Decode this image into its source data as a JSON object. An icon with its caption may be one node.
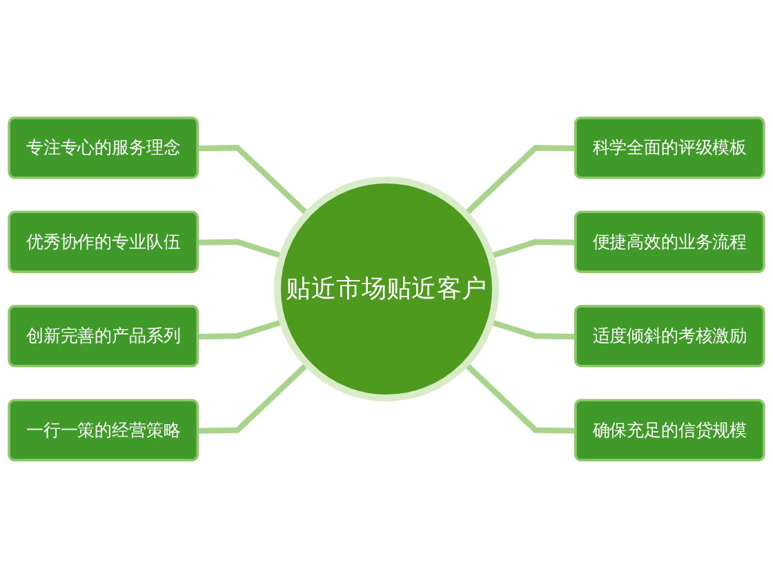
{
  "diagram": {
    "nodes": [
      {
        "text": [
          "贴近市场贴近客户"
        ]
      },
      {
        "text": [
          "优秀协作的专业队伍"
        ]
      },
      {
        "text": [
          "科学全面的评级模板"
        ]
      },
      {
        "text": [
          "便捷高效的业务流程"
        ]
      },
      {
        "text": [
          "适度倾斜的考核激励"
        ]
      },
      {
        "text": [
          "确保充足的信贷规模"
        ]
      },
      {
        "text": [
          "一行一策的经营策略"
        ]
      },
      {
        "text": [
          "创新完善的产品系列"
        ]
      },
      {
        "text": [
          "专注专心的服务理念"
        ]
      }
    ],
    "edges": [
      {
        "from": 8,
        "to": 0,
        "arrow": "none"
      },
      {
        "from": 1,
        "to": 0,
        "arrow": "none"
      },
      {
        "from": 7,
        "to": 0,
        "arrow": "none"
      },
      {
        "from": 6,
        "to": 0,
        "arrow": "none"
      },
      {
        "from": 0,
        "to": 2,
        "arrow": "none"
      },
      {
        "from": 0,
        "to": 3,
        "arrow": "none"
      },
      {
        "from": 0,
        "to": 4,
        "arrow": "none"
      },
      {
        "from": 0,
        "to": 5,
        "arrow": "none"
      }
    ]
  }
}
